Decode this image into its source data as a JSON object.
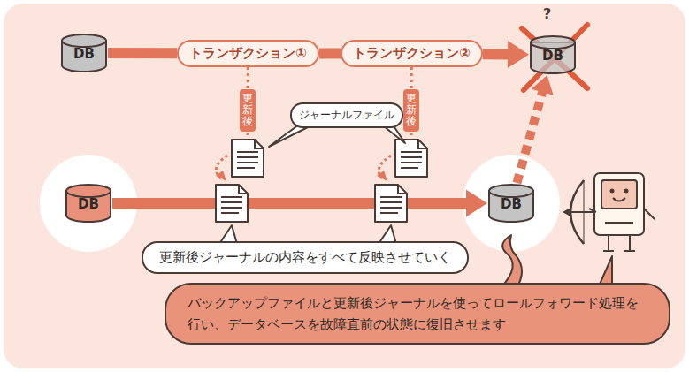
{
  "diagram": {
    "nodes": [
      {
        "text": [
          "DB"
        ]
      },
      {
        "text": [
          "トランザクション①"
        ]
      },
      {
        "text": [
          "トランザクション②"
        ]
      },
      {
        "text": [
          "DB"
        ]
      },
      {
        "text": [
          "更新後"
        ]
      },
      {
        "text": [
          "ジャーナルファイル"
        ]
      },
      {
        "text": [
          "更新後"
        ]
      },
      {
        "text": [
          "DB"
        ]
      },
      {
        "text": [
          "DB"
        ]
      },
      {
        "text": [
          "更新後ジャーナルの内容をすべて反映させていく"
        ]
      },
      {
        "text": [
          "バックアップファイルと更新後ジャーナルを使ってロールフォワード処理を行い、データベースを故障直前の状態に復旧させます"
        ]
      }
    ],
    "edges": [
      {
        "from": 0,
        "to": 1,
        "arrow": "none"
      },
      {
        "from": 1,
        "to": 2,
        "arrow": "none"
      },
      {
        "from": 2,
        "to": 3,
        "arrow": "to"
      },
      {
        "from": 1,
        "to": 4,
        "arrow": "none"
      },
      {
        "from": 2,
        "to": 6,
        "arrow": "none"
      },
      {
        "from": 7,
        "to": 8,
        "arrow": "to"
      },
      {
        "from": 8,
        "to": 3,
        "arrow": "to"
      }
    ],
    "labels": [
      "?"
    ]
  }
}
